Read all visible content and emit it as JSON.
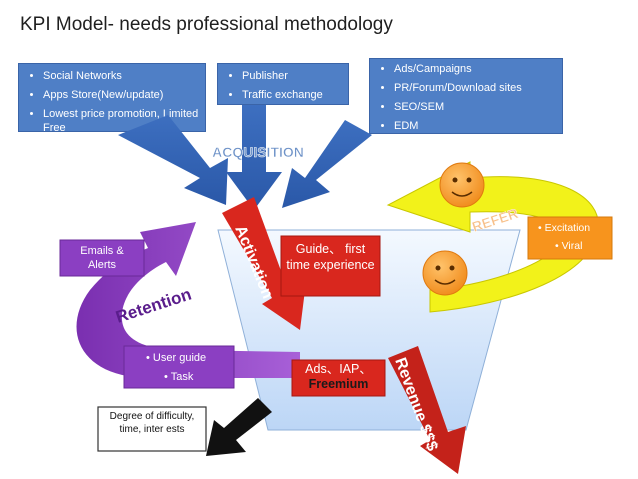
{
  "title": "KPI Model- needs professional methodology",
  "sources": {
    "box1": [
      "Social Networks",
      "Apps Store(New/update)",
      "Lowest price promotion, Limited Free"
    ],
    "box2": [
      "Publisher",
      "Traffic exchange"
    ],
    "box3": [
      "Ads/Campaigns",
      "PR/Forum/Download sites",
      "SEO/SEM",
      "EDM"
    ]
  },
  "labels": {
    "acquisition": "ACQUISITION",
    "activation": "Activation",
    "retention": "Retention",
    "refer": "REFER",
    "revenue": "Revenue $$$"
  },
  "boxes": {
    "guide": "Guide、 first time experience",
    "ads_line1": "Ads、IAP、",
    "ads_line2": "Freemium",
    "emails": "Emails & Alerts",
    "user_guide": [
      "User guide",
      "Task"
    ],
    "refer_items": [
      "Excitation",
      "Viral"
    ],
    "degree": "Degree of difficulty, time, inter ests"
  },
  "colors": {
    "blue": "#4f7fc6",
    "red": "#d9271e",
    "purple": "#8b3fc2",
    "yellow": "#f2f21a",
    "orange": "#f7941d"
  }
}
